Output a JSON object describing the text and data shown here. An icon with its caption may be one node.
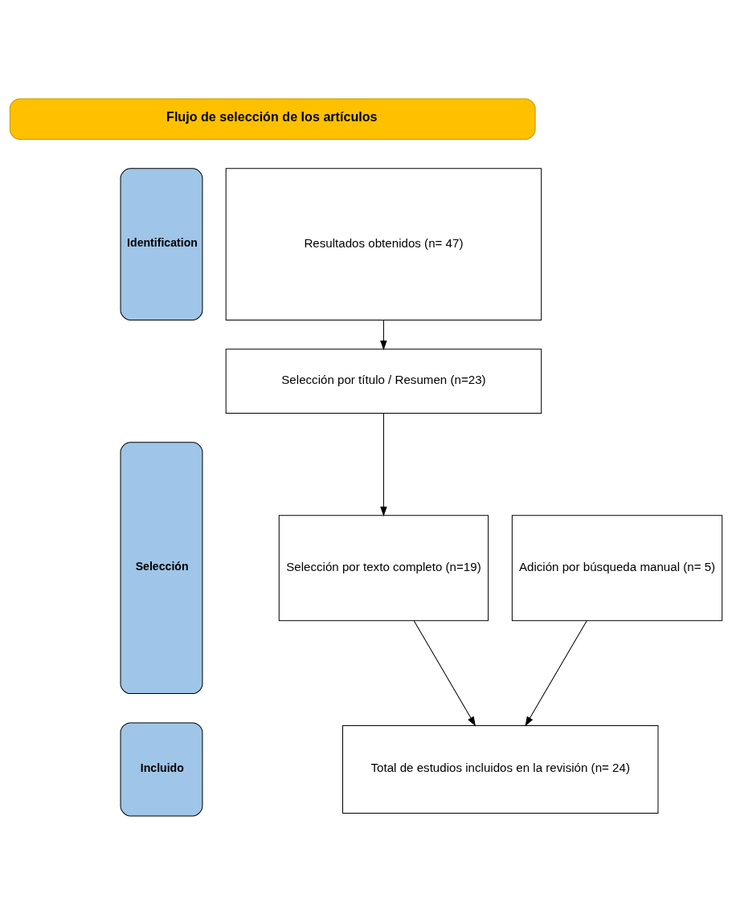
{
  "diagram": {
    "nodes": [
      {
        "text": [
          "Flujo de selección de los artículos"
        ]
      },
      {
        "text": [
          "Identification"
        ]
      },
      {
        "text": [
          "Selección"
        ]
      },
      {
        "text": [
          "Incluido"
        ]
      },
      {
        "text": [
          "Resultados obtenidos (n= 47)"
        ]
      },
      {
        "text": [
          "Selección por título / Resumen (n=23)"
        ]
      },
      {
        "text": [
          "Selección por texto completo (n=19)"
        ]
      },
      {
        "text": [
          "Adición por búsqueda manual (n= 5)"
        ]
      },
      {
        "text": [
          "Total de estudios incluidos en la revisión (n= 24)"
        ]
      }
    ],
    "edges": [
      {
        "from": 4,
        "to": 5,
        "arrow": "to"
      },
      {
        "from": 5,
        "to": 6,
        "arrow": "to"
      },
      {
        "from": 6,
        "to": 8,
        "arrow": "to"
      },
      {
        "from": 7,
        "to": 8,
        "arrow": "to"
      }
    ]
  }
}
